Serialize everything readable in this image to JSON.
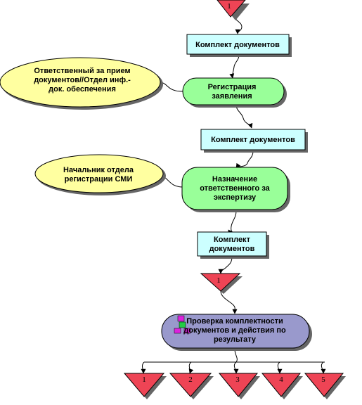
{
  "diagram": {
    "top_connector": {
      "label": "1"
    },
    "doc1": {
      "label": "Комплект документов"
    },
    "actor1": {
      "line1": "Ответственный за прием",
      "line2": "документов//Отдел инф.-",
      "line3": "док. обеспечения"
    },
    "process1": {
      "line1": "Регистрация",
      "line2": "заявления"
    },
    "doc2": {
      "label": "Комплект документов"
    },
    "actor2": {
      "line1": "Начальник отдела",
      "line2": "регистрации СМИ"
    },
    "process2": {
      "line1": "Назначение",
      "line2": "ответственного за",
      "line3": "экспертизу"
    },
    "doc3": {
      "line1": "Комплект",
      "line2": "документов"
    },
    "mid_connector": {
      "label": "1"
    },
    "process3": {
      "line1": "Проверка комплектности",
      "line2": "документов и действия по",
      "line3": "результату"
    },
    "bottom_connectors": [
      {
        "label": "1"
      },
      {
        "label": "2"
      },
      {
        "label": "3"
      },
      {
        "label": "4"
      },
      {
        "label": "5"
      }
    ],
    "colors": {
      "connector_fill": "#ee4455",
      "document_fill": "#ccffff",
      "actor_fill": "#ffffa0",
      "process_fill": "#99ff99",
      "final_process_fill": "#9999cc",
      "shadow": "#666666",
      "icon_magenta": "#dd22dd",
      "icon_green": "#22cc44"
    }
  }
}
